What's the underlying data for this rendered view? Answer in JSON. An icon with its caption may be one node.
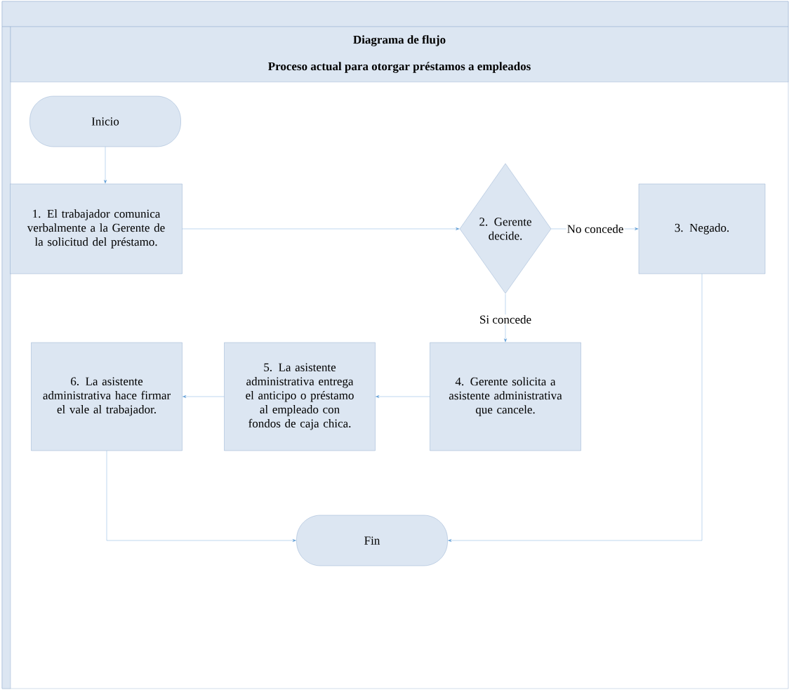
{
  "diagram": {
    "title": "Diagrama de flujo",
    "caption": "Proceso actual para otorgar préstamos a empleados",
    "nodes": [
      {
        "text": [
          "Inicio"
        ]
      },
      {
        "text": [
          "1. El trabajador comunica verbalmente a la Gerente de la solicitud del préstamo."
        ]
      },
      {
        "text": [
          "2. Gerente decide."
        ]
      },
      {
        "text": [
          "3. Negado."
        ]
      },
      {
        "text": [
          "4. Gerente solicita a asistente administrativa que cancele."
        ]
      },
      {
        "text": [
          "5. La asistente administrativa entrega el anticipo o préstamo al empleado con fondos de caja chica."
        ]
      },
      {
        "text": [
          "6. La asistente administrativa hace firmar el vale al trabajador."
        ]
      },
      {
        "text": [
          "Fin"
        ]
      }
    ],
    "edges": [
      {
        "from": 0,
        "to": 1,
        "arrow": "to"
      },
      {
        "from": 1,
        "to": 2,
        "arrow": "to"
      },
      {
        "from": 2,
        "to": 3,
        "arrow": "to",
        "label": "No concede"
      },
      {
        "from": 2,
        "to": 4,
        "arrow": "to",
        "label": "Si concede"
      },
      {
        "from": 4,
        "to": 5,
        "arrow": "to"
      },
      {
        "from": 5,
        "to": 6,
        "arrow": "to"
      },
      {
        "from": 6,
        "to": 7,
        "arrow": "to"
      },
      {
        "from": 3,
        "to": 7,
        "arrow": "to"
      }
    ]
  }
}
